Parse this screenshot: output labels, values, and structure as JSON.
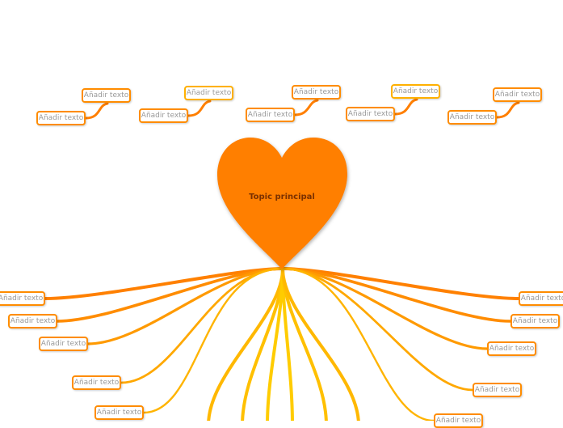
{
  "central_topic": {
    "label": "Topic principal",
    "shape": "heart",
    "color": "#ff7f00"
  },
  "colors": {
    "branch_outer": "#ff7f00",
    "branch_inner": "#ffcc00",
    "node_border": "#ff8c00"
  },
  "top_pairs": [
    {
      "upper": "Añadir texto",
      "lower": "Añadir texto"
    },
    {
      "upper": "Añadir texto",
      "lower": "Añadir texto"
    },
    {
      "upper": "Añadir texto",
      "lower": "Añadir texto"
    },
    {
      "upper": "Añadir texto",
      "lower": "Añadir texto"
    },
    {
      "upper": "Añadir texto",
      "lower": "Añadir texto"
    }
  ],
  "left_nodes": [
    "Añadir texto",
    "Añadir texto",
    "Añadir texto",
    "Añadir texto",
    "Añadir texto"
  ],
  "right_nodes": [
    "Añadir texto",
    "Añadir texto",
    "Añadir texto",
    "Añadir texto",
    "Añadir texto"
  ]
}
